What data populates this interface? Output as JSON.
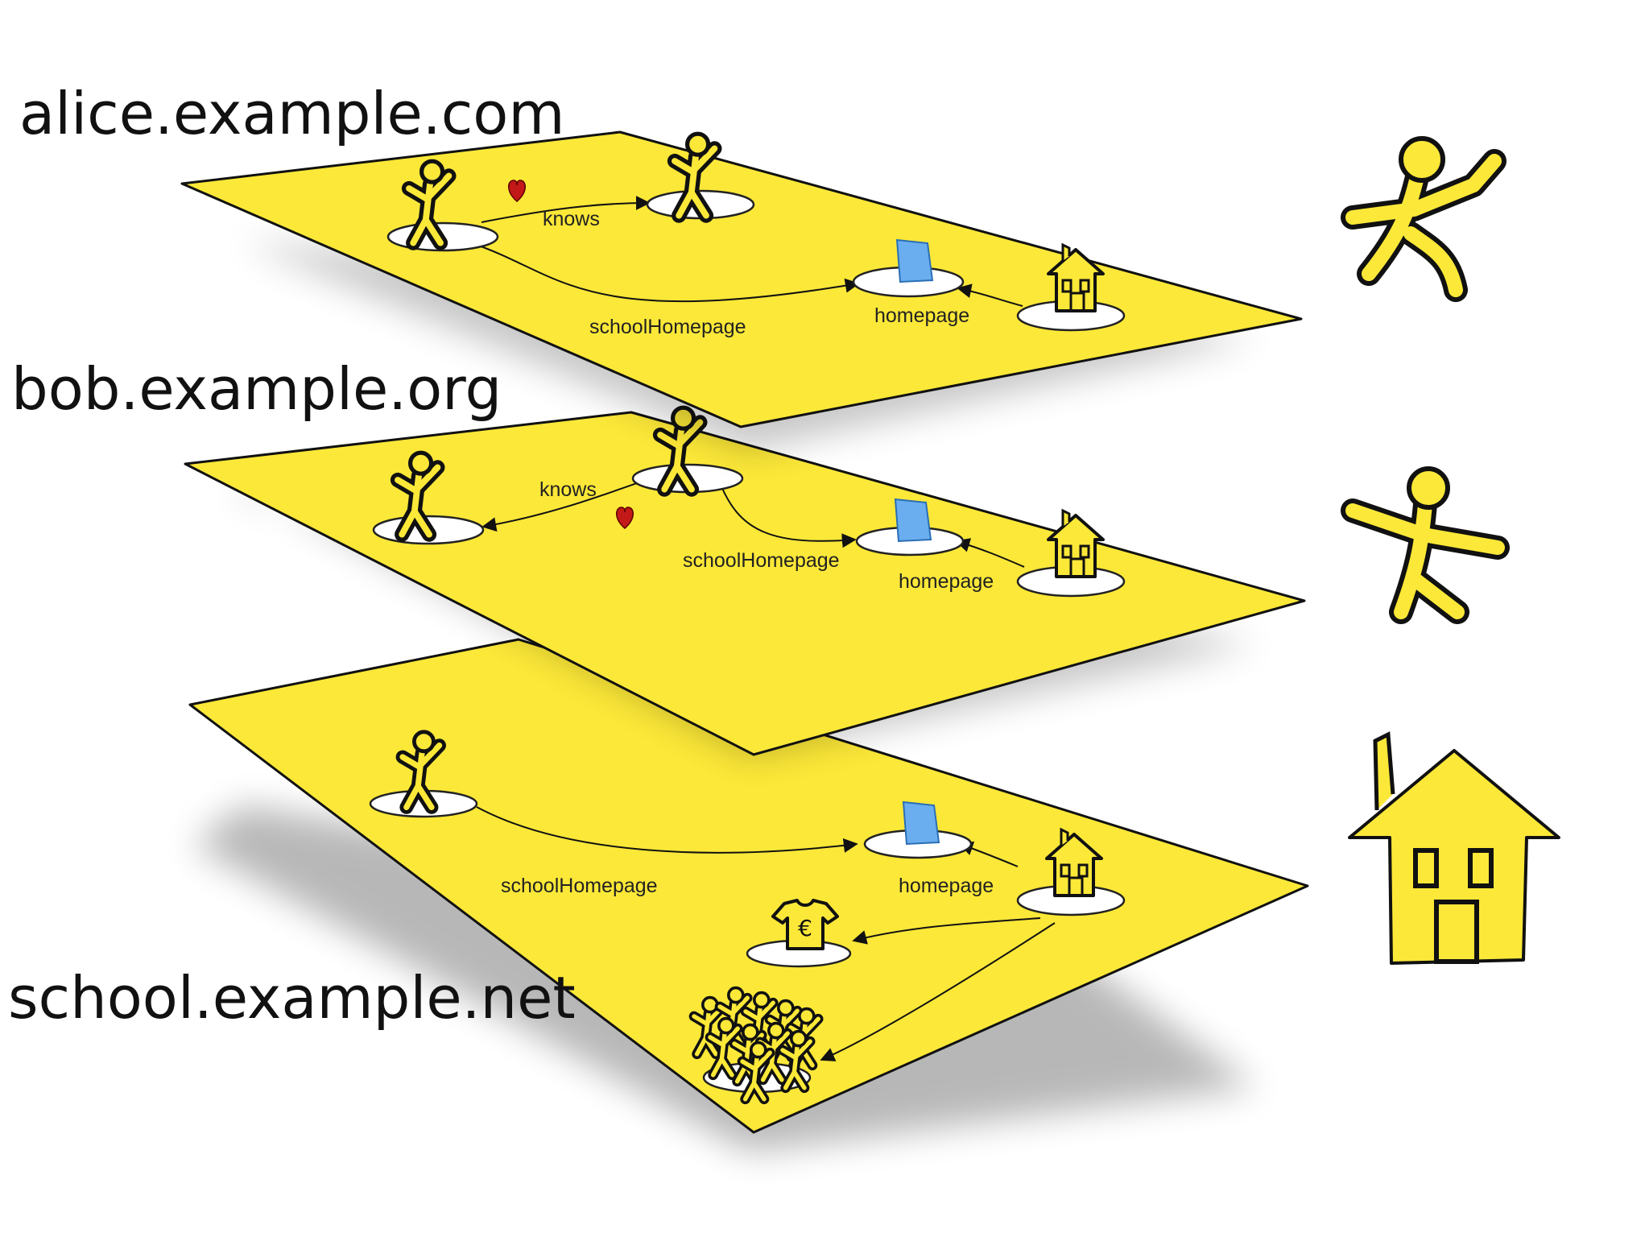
{
  "layers": [
    {
      "site": "alice.example.com",
      "edges": [
        "knows",
        "schoolHomepage",
        "homepage"
      ]
    },
    {
      "site": "bob.example.org",
      "edges": [
        "knows",
        "schoolHomepage",
        "homepage"
      ]
    },
    {
      "site": "school.example.net",
      "edges": [
        "schoolHomepage",
        "homepage"
      ],
      "shirt_symbol": "€"
    }
  ],
  "icons": {
    "person": "person-icon",
    "house": "house-icon",
    "document": "document-icon",
    "heart": "heart-icon",
    "shirt": "shirt-icon",
    "crowd": "crowd-icon"
  },
  "colors": {
    "plane": "#fce838",
    "document": "#6aaef0",
    "heart": "#c21818"
  }
}
